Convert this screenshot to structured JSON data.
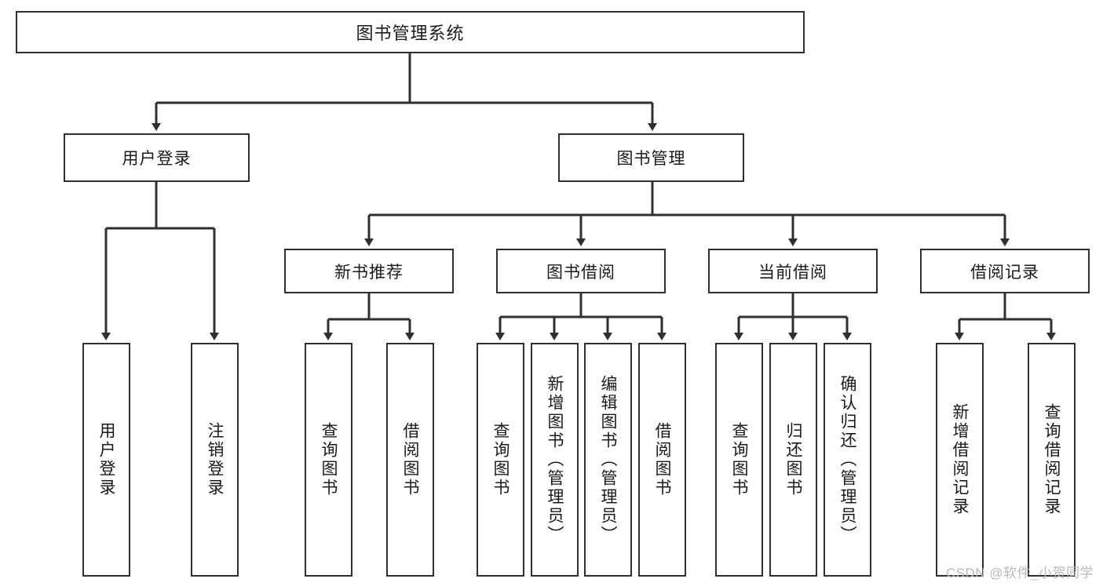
{
  "diagram": {
    "type": "tree-hierarchy-diagram",
    "title": "图书管理系统",
    "background_color": "#ffffff",
    "box_border_color": "#2f2f2f",
    "text_color": "#1a1a1a",
    "edge_color": "#2f2f2f",
    "levels": 4,
    "nodes": {
      "root": {
        "label": "图书管理系统"
      },
      "level2": [
        {
          "id": "user-login",
          "label": "用户登录"
        },
        {
          "id": "book-management",
          "label": "图书管理"
        }
      ],
      "level3": [
        {
          "id": "new-book-recommend",
          "label": "新书推荐",
          "parent": "book-management"
        },
        {
          "id": "book-borrow",
          "label": "图书借阅",
          "parent": "book-management"
        },
        {
          "id": "current-borrow",
          "label": "当前借阅",
          "parent": "book-management"
        },
        {
          "id": "borrow-record",
          "label": "借阅记录",
          "parent": "book-management"
        }
      ],
      "leaves": {
        "user-login": [
          {
            "id": "leaf-user-login",
            "label": "用户登录"
          },
          {
            "id": "leaf-user-logout",
            "label": "注销登录"
          }
        ],
        "new-book-recommend": [
          {
            "id": "leaf-query-book-1",
            "label": "查询图书"
          },
          {
            "id": "leaf-borrow-book-1",
            "label": "借阅图书"
          }
        ],
        "book-borrow": [
          {
            "id": "leaf-query-book-2",
            "label": "查询图书"
          },
          {
            "id": "leaf-add-book",
            "label": "新增图书（管理员）"
          },
          {
            "id": "leaf-edit-book",
            "label": "编辑图书（管理员）"
          },
          {
            "id": "leaf-borrow-book-2",
            "label": "借阅图书"
          }
        ],
        "current-borrow": [
          {
            "id": "leaf-query-book-3",
            "label": "查询图书"
          },
          {
            "id": "leaf-return-book",
            "label": "归还图书"
          },
          {
            "id": "leaf-confirm-return",
            "label": "确认归还（管理员）"
          }
        ],
        "borrow-record": [
          {
            "id": "leaf-add-record",
            "label": "新增借阅记录"
          },
          {
            "id": "leaf-query-record",
            "label": "查询借阅记录"
          }
        ]
      }
    },
    "watermark": "CSDN @软件_小贺同学"
  }
}
